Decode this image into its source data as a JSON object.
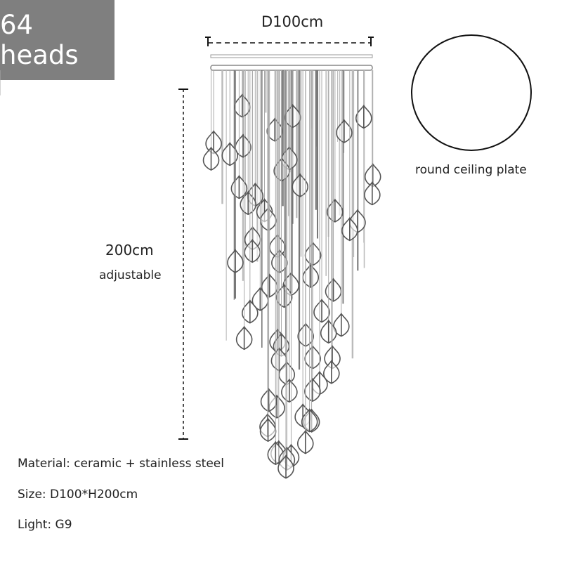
{
  "badge": {
    "label": "64 heads",
    "color": "#7f7f7f"
  },
  "dimensions": {
    "diameter": "D100cm",
    "height": "200cm",
    "height_note": "adjustable"
  },
  "ceiling_plate": {
    "label": "round ceiling plate"
  },
  "specs": {
    "material": "Material: ceramic + stainless steel",
    "size": "Size: D100*H200cm",
    "light": "Light: G9"
  },
  "product": {
    "head_count": 64,
    "line_color": "#555555"
  }
}
